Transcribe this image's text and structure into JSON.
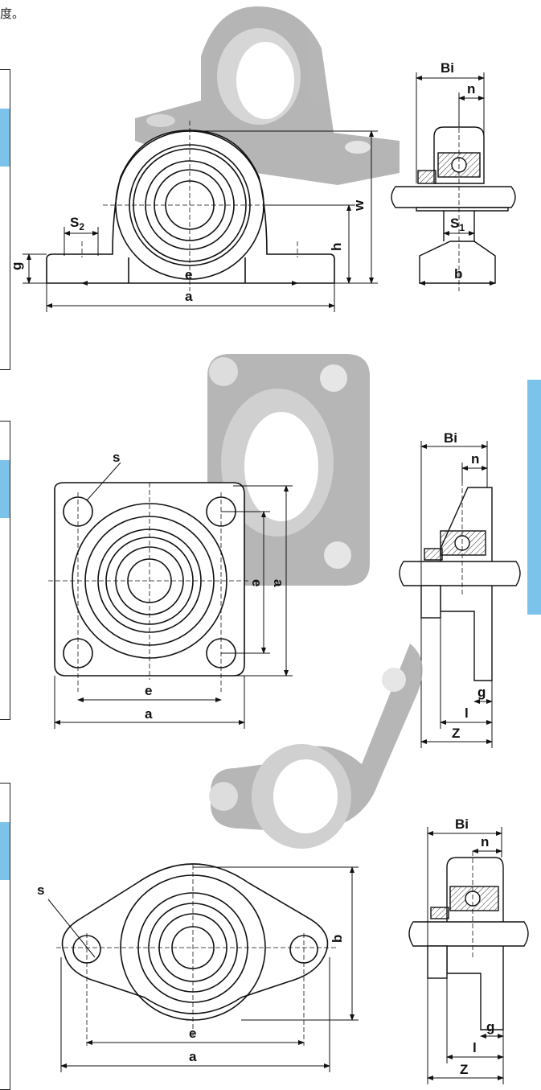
{
  "page": {
    "cut_text": "度。"
  },
  "colors": {
    "accent": "#7cc3ec",
    "photo": "#9a9a9a",
    "line": "#111111"
  },
  "pillow_block": {
    "front": {
      "s2": "S",
      "s2_sub": "2",
      "g": "g",
      "h": "h",
      "w": "w",
      "e": "e",
      "a": "a"
    },
    "side": {
      "bi": "Bi",
      "n": "n",
      "s1": "S",
      "s1_sub": "1",
      "b": "b"
    }
  },
  "square_flange": {
    "front": {
      "s": "s",
      "e_h": "e",
      "a_h": "a",
      "e_v": "e",
      "a_v": "a"
    },
    "side": {
      "bi": "Bi",
      "n": "n",
      "g": "g",
      "l": "l",
      "z": "Z"
    }
  },
  "oval_flange": {
    "front": {
      "s": "s",
      "e": "e",
      "a": "a",
      "b": "b"
    },
    "side": {
      "bi": "Bi",
      "n": "n",
      "g": "g",
      "l": "l",
      "z": "Z"
    }
  }
}
